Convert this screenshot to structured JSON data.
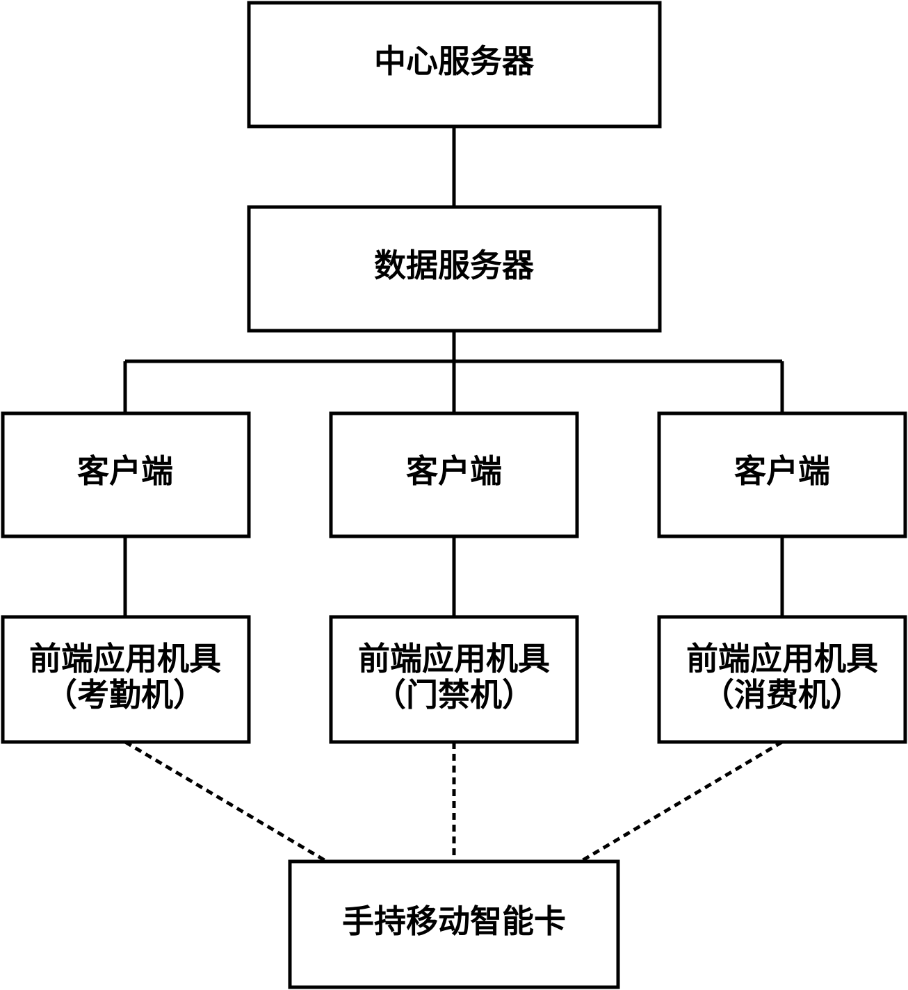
{
  "diagram": {
    "nodes": {
      "center_server": {
        "label": "中心服务器"
      },
      "data_server": {
        "label": "数据服务器"
      },
      "client_1": {
        "label": "客户端"
      },
      "client_2": {
        "label": "客户端"
      },
      "client_3": {
        "label": "客户端"
      },
      "device_attendance": {
        "line1": "前端应用机具",
        "line2": "（考勤机）"
      },
      "device_access": {
        "line1": "前端应用机具",
        "line2": "（门禁机）"
      },
      "device_consumption": {
        "line1": "前端应用机具",
        "line2": "（消费机）"
      },
      "smart_card": {
        "label": "手持移动智能卡"
      }
    },
    "edges": [
      {
        "from": "center_server",
        "to": "data_server",
        "style": "solid"
      },
      {
        "from": "data_server",
        "to": "client_1",
        "style": "solid"
      },
      {
        "from": "data_server",
        "to": "client_2",
        "style": "solid"
      },
      {
        "from": "data_server",
        "to": "client_3",
        "style": "solid"
      },
      {
        "from": "client_1",
        "to": "device_attendance",
        "style": "solid"
      },
      {
        "from": "client_2",
        "to": "device_access",
        "style": "solid"
      },
      {
        "from": "client_3",
        "to": "device_consumption",
        "style": "solid"
      },
      {
        "from": "device_attendance",
        "to": "smart_card",
        "style": "dashed"
      },
      {
        "from": "device_access",
        "to": "smart_card",
        "style": "dashed"
      },
      {
        "from": "device_consumption",
        "to": "smart_card",
        "style": "dashed"
      }
    ]
  }
}
